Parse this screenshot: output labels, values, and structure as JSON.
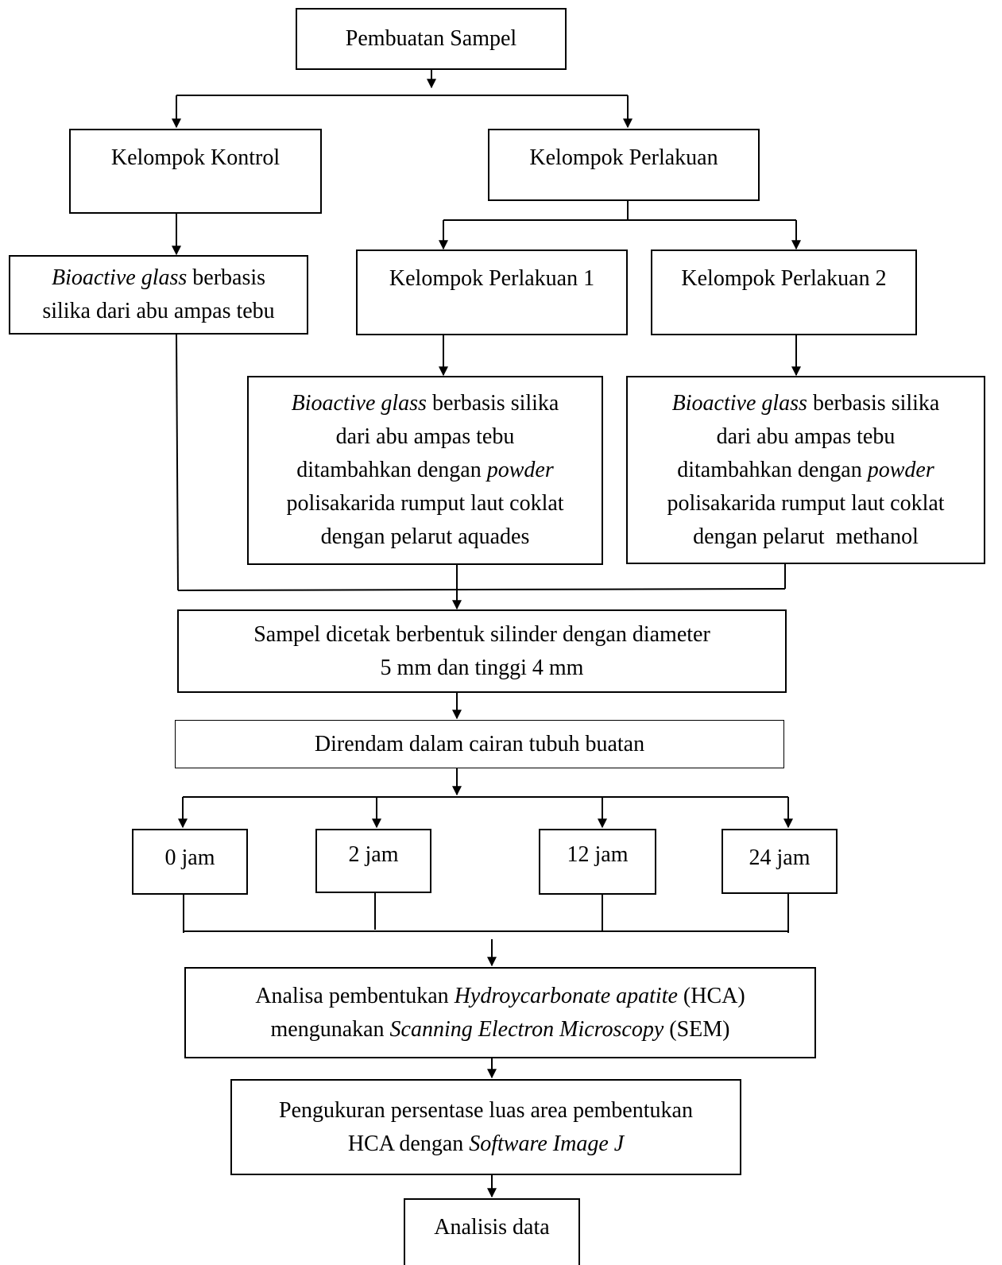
{
  "flowchart": {
    "start": "Pembuatan Sampel",
    "control_group": "Kelompok Kontrol",
    "treatment_group": "Kelompok Perlakuan",
    "treatment_1": "Kelompok Perlakuan 1",
    "treatment_2": "Kelompok Perlakuan 2",
    "control_material": {
      "italic": "Bioactive glass",
      "line1_rest": " berbasis",
      "line2": "silika dari abu ampas tebu"
    },
    "treatment_1_material": {
      "italic": "Bioactive glass",
      "line1_rest": " berbasis silika",
      "line2": "dari abu ampas tebu",
      "line3_pre": "ditambahkan dengan ",
      "line3_italic": "powder",
      "line4": "polisakarida rumput laut coklat",
      "line5": "dengan pelarut aquades"
    },
    "treatment_2_material": {
      "italic": "Bioactive glass",
      "line1_rest": " berbasis silika",
      "line2": "dari abu ampas tebu",
      "line3_pre": "ditambahkan dengan ",
      "line3_italic": "powder",
      "line4": "polisakarida rumput laut coklat",
      "line5": "dengan pelarut  methanol"
    },
    "molding": {
      "line1": "Sampel dicetak berbentuk silinder dengan diameter",
      "line2": "5 mm dan tinggi 4 mm"
    },
    "soak": "Direndam dalam cairan tubuh buatan",
    "times": [
      "0 jam",
      "2 jam",
      "12 jam",
      "24 jam"
    ],
    "analysis_hca": {
      "line1_pre": "Analisa pembentukan ",
      "line1_italic": "Hydroycarbonate apatite",
      "line1_post": " (HCA)",
      "line2_pre": "mengunakan ",
      "line2_italic": "Scanning Electron Microscopy",
      "line2_post": " (SEM)"
    },
    "measure": {
      "line1": "Pengukuran persentase luas area pembentukan",
      "line2_pre": "HCA dengan ",
      "line2_italic": "Software Image J"
    },
    "end": "Analisis data"
  }
}
